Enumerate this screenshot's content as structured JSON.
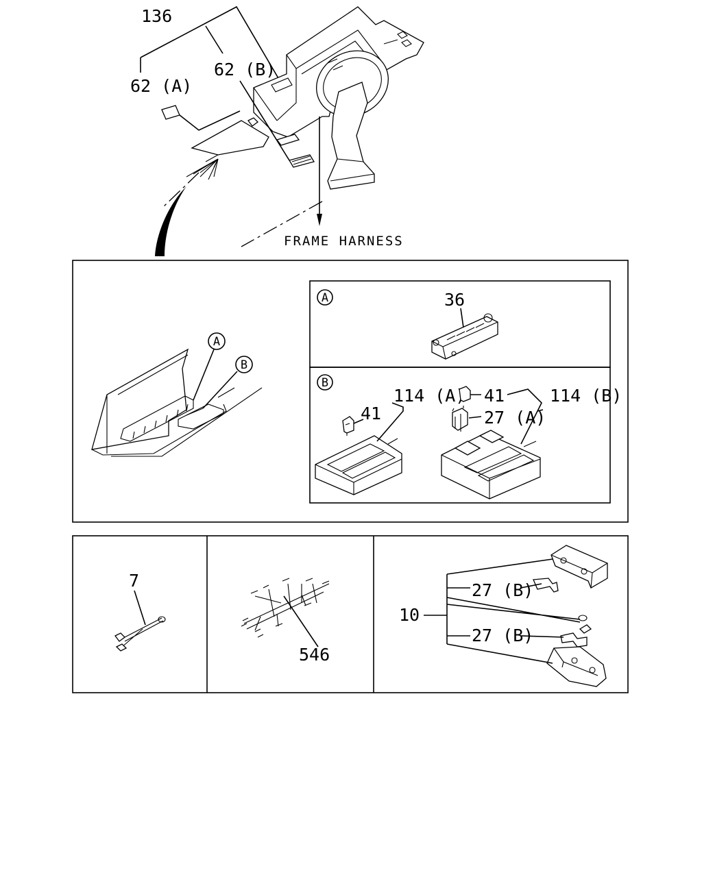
{
  "labels": {
    "top_assembly": "136",
    "connector_62a": "62 (A)",
    "connector_62b": "62 (B)",
    "frame_harness": "FRAME HARNESS",
    "view_a_marker": "A",
    "view_b_marker": "B",
    "part_36": "36",
    "part_114a": "114 (A)",
    "part_114b": "114 (B)",
    "part_41_left": "41",
    "part_41_right": "41",
    "part_27a": "27 (A)",
    "part_7": "7",
    "part_546": "546",
    "part_10": "10",
    "part_27b_upper": "27 (B)",
    "part_27b_lower": "27 (B)"
  }
}
